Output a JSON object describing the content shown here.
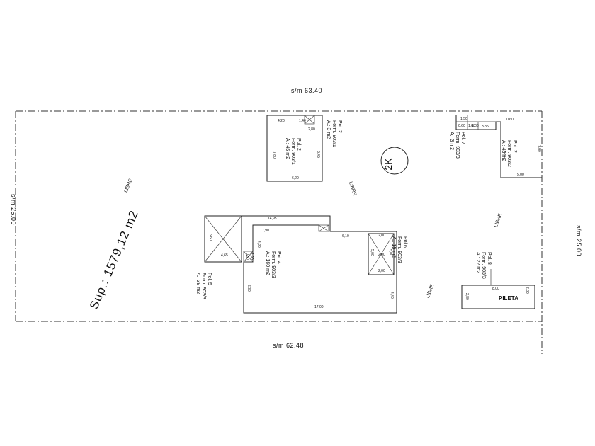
{
  "boundary": {
    "top": "s/m 63.40",
    "bottom": "s/m 62.48",
    "left": "s/m 25.00",
    "right": "s/m 25.00"
  },
  "surface": "Sup.: 1579,12 m2",
  "zone": "2K",
  "free_labels": [
    "LIBRE",
    "LIBRE",
    "LIBRE",
    "LIBRE"
  ],
  "polygons": {
    "pol2a": {
      "name": "Pol. 2",
      "form": "Form. 903/1",
      "area": "A.: 45 m2",
      "dims": [
        "4,20",
        "7,80",
        "6,20",
        "6,45",
        "2,80",
        "1,40"
      ]
    },
    "pol2b": {
      "name": "Pol. 2",
      "form": "Form. 903/1",
      "area": "A.: 3 m2"
    },
    "pol7": {
      "name": "Pol. 7",
      "form": "Form. 903/3",
      "area": "A.: 3 m2",
      "dims": [
        "1,50",
        "1,00",
        "0,60",
        "1,00"
      ]
    },
    "pol2c": {
      "name": "Pol. 2",
      "form": "Form. 903/2",
      "area": "A.: 43 m2",
      "dims": [
        "3,35",
        "7,80",
        "6,50",
        "5,00",
        "0,60"
      ]
    },
    "pol4": {
      "name": "Pol. 4",
      "form": "Form. 903/3",
      "area": "A.: 160 m2",
      "dims": [
        "14,95",
        "7,90",
        "4,20",
        "6,10",
        "17,00",
        "4,40",
        "6,30",
        "0,60",
        "1,90"
      ]
    },
    "pol5": {
      "name": "Pol. 5",
      "form": "Form. 903/3",
      "area": "A.: 39 m2",
      "dims": [
        "5,60",
        "4,65"
      ]
    },
    "pol6": {
      "name": "Pol.6",
      "form": "Form. 903/3",
      "area": "A.: 15 m2",
      "dims": [
        "2,00",
        "5,00",
        "5,00",
        "2,00",
        "2,00"
      ]
    },
    "pol8": {
      "name": "Pol. 8",
      "form": "Form. 903/3",
      "area": "A.: 22 m2",
      "dims": [
        "8,00",
        "2,80",
        "2,80"
      ]
    }
  },
  "pool": "PILETA"
}
